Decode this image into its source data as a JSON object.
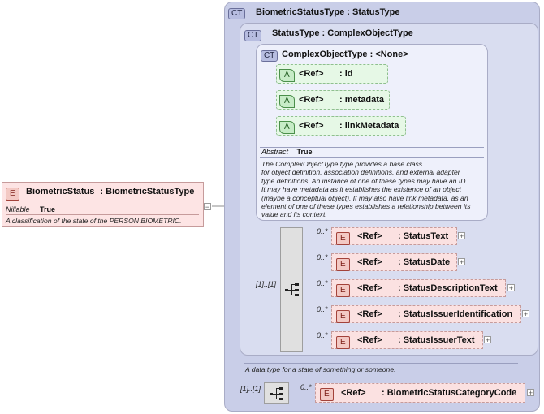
{
  "root_element": {
    "badge": "E",
    "name": "BiometricStatus",
    "type": "BiometricStatusType",
    "nillable_label": "Nillable",
    "nillable_value": "True",
    "description": "A classification of the state of the PERSON BIOMETRIC."
  },
  "outer_type": {
    "badge": "CT",
    "title": "BiometricStatusType : StatusType",
    "description": "A data type for a state of something or someone."
  },
  "status_type": {
    "badge": "CT",
    "title": "StatusType : ComplexObjectType"
  },
  "complex_object_type": {
    "badge": "CT",
    "title": "ComplexObjectType : <None>",
    "attributes": [
      {
        "badge": "A",
        "ref": "<Ref>",
        "name": ": id"
      },
      {
        "badge": "A",
        "ref": "<Ref>",
        "name": ": metadata"
      },
      {
        "badge": "A",
        "ref": "<Ref>",
        "name": ": linkMetadata"
      }
    ],
    "abstract_label": "Abstract",
    "abstract_value": "True",
    "description_lines": [
      "The ComplexObjectType type provides a base class",
      "for object definition, association definitions, and external adapter",
      "type definitions. An instance of one of these types may have an ID.",
      "It may have metadata as it establishes the existence of an object",
      "(maybe a conceptual object). It may also have link metadata, as an",
      "element of one of these types establishes a relationship between its",
      "value and its context."
    ]
  },
  "status_sequence": {
    "multiplicity": "[1]..[1]",
    "elements": [
      {
        "mult": "0..*",
        "badge": "E",
        "ref": "<Ref>",
        "name": ": StatusText"
      },
      {
        "mult": "0..*",
        "badge": "E",
        "ref": "<Ref>",
        "name": ": StatusDate"
      },
      {
        "mult": "0..*",
        "badge": "E",
        "ref": "<Ref>",
        "name": ": StatusDescriptionText"
      },
      {
        "mult": "0..*",
        "badge": "E",
        "ref": "<Ref>",
        "name": ": StatusIssuerIdentification"
      },
      {
        "mult": "0..*",
        "badge": "E",
        "ref": "<Ref>",
        "name": ": StatusIssuerText"
      }
    ]
  },
  "outer_sequence": {
    "multiplicity": "[1]..[1]",
    "elements": [
      {
        "mult": "0..*",
        "badge": "E",
        "ref": "<Ref>",
        "name": ": BiometricStatusCategoryCode"
      }
    ]
  },
  "symbols": {
    "plus": "+",
    "minus": "−"
  }
}
